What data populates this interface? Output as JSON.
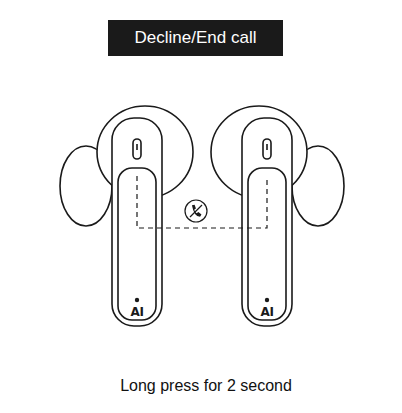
{
  "diagram": {
    "title": "Decline/End call",
    "caption": "Long press for 2 second",
    "labels": [
      "AI",
      "AI"
    ]
  }
}
